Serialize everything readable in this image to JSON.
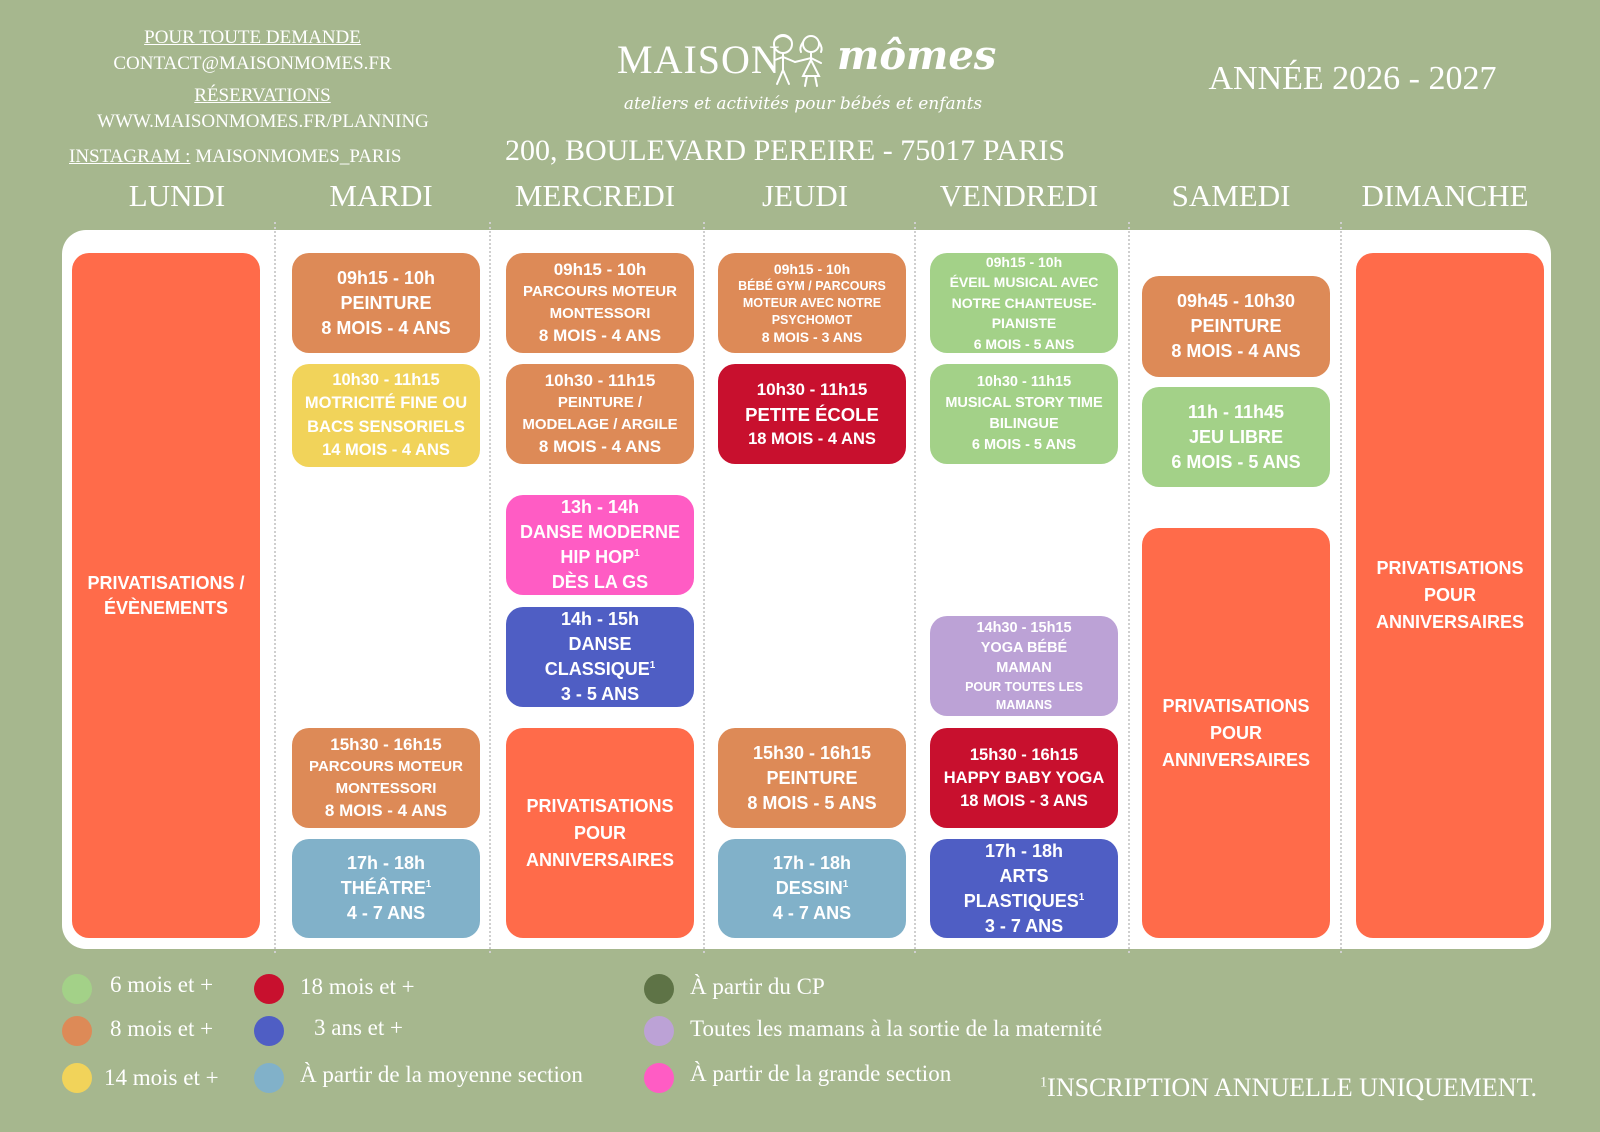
{
  "header": {
    "contact_heading": "POUR TOUTE DEMANDE",
    "email": "CONTACT@MAISONMOMES.FR",
    "reservations_heading": "RÉSERVATIONS",
    "website": "WWW.MAISONMOMES.FR/PLANNING",
    "instagram_label": "INSTAGRAM :",
    "instagram_handle": "MAISONMOMES_PARIS",
    "logo_part1": "MAISON",
    "logo_part2": "mômes",
    "tagline": "ateliers et activités pour bébés et enfants",
    "address": "200, BOULEVARD PEREIRE - 75017 PARIS",
    "year": "ANNÉE 2026 - 2027"
  },
  "days": [
    "LUNDI",
    "MARDI",
    "MERCREDI",
    "JEUDI",
    "VENDREDI",
    "SAMEDI",
    "DIMANCHE"
  ],
  "slots": {
    "lundi_1": [
      "PRIVATISATIONS /",
      "ÉVÈNEMENTS"
    ],
    "mardi_1": [
      "09h15 - 10h",
      "PEINTURE",
      "8 MOIS - 4 ANS"
    ],
    "mardi_2": [
      "10h30 - 11h15",
      "MOTRICITÉ FINE OU",
      "BACS SENSORIELS",
      "14 MOIS - 4 ANS"
    ],
    "mardi_3": [
      "15h30 - 16h15",
      "PARCOURS MOTEUR",
      "MONTESSORI",
      "8 MOIS - 4 ANS"
    ],
    "mardi_4": [
      "17h - 18h",
      "THÉÂTRE",
      "4 - 7 ANS"
    ],
    "mercredi_1": [
      "09h15 - 10h",
      "PARCOURS MOTEUR",
      "MONTESSORI",
      "8 MOIS - 4 ANS"
    ],
    "mercredi_2": [
      "10h30 - 11h15",
      "PEINTURE /",
      "MODELAGE / ARGILE",
      "8 MOIS - 4 ANS"
    ],
    "mercredi_3": [
      "13h - 14h",
      "DANSE MODERNE",
      "HIP HOP",
      "DÈS LA GS"
    ],
    "mercredi_4": [
      "14h - 15h",
      "DANSE",
      "CLASSIQUE",
      "3 - 5 ANS"
    ],
    "mercredi_5": [
      "PRIVATISATIONS",
      "POUR",
      "ANNIVERSAIRES"
    ],
    "jeudi_1": [
      "09h15 - 10h",
      "BÉBÉ GYM / PARCOURS",
      "MOTEUR AVEC NOTRE",
      "PSYCHOMOT",
      "8 MOIS - 3 ANS"
    ],
    "jeudi_2": [
      "10h30 - 11h15",
      "PETITE ÉCOLE",
      "18 MOIS - 4 ANS"
    ],
    "jeudi_3": [
      "15h30 - 16h15",
      "PEINTURE",
      "8 MOIS - 5 ANS"
    ],
    "jeudi_4": [
      "17h - 18h",
      "DESSIN",
      "4 - 7 ANS"
    ],
    "vendredi_1": [
      "09h15 - 10h",
      "ÉVEIL MUSICAL AVEC",
      "NOTRE CHANTEUSE-",
      "PIANISTE",
      "6 MOIS - 5 ANS"
    ],
    "vendredi_2": [
      "10h30 - 11h15",
      "MUSICAL STORY TIME",
      "BILINGUE",
      "6 MOIS - 5 ANS"
    ],
    "vendredi_3": [
      "14h30 - 15h15",
      "YOGA BÉBÉ",
      "MAMAN",
      "POUR TOUTES LES",
      "MAMANS"
    ],
    "vendredi_4": [
      "15h30 - 16h15",
      "HAPPY BABY YOGA",
      "18 MOIS - 3 ANS"
    ],
    "vendredi_5": [
      "17h - 18h",
      "ARTS",
      "PLASTIQUES",
      "3 - 7 ANS"
    ],
    "samedi_1": [
      "09h45 - 10h30",
      "PEINTURE",
      "8 MOIS - 4 ANS"
    ],
    "samedi_2": [
      "11h - 11h45",
      "JEU LIBRE",
      "6 MOIS - 5 ANS"
    ],
    "samedi_3": [
      "PRIVATISATIONS",
      "POUR",
      "ANNIVERSAIRES"
    ],
    "dimanche_1": [
      "PRIVATISATIONS",
      "POUR",
      "ANNIVERSAIRES"
    ]
  },
  "footnote_mark": "1",
  "legend": [
    {
      "label": "6 mois et +",
      "color": "#a3d188"
    },
    {
      "label": "8 mois et +",
      "color": "#dd8a57"
    },
    {
      "label": "14 mois et +",
      "color": "#f1d35a"
    },
    {
      "label": "18 mois et +",
      "color": "#c8102e"
    },
    {
      "label": "3 ans et +",
      "color": "#4f5ec4"
    },
    {
      "label": "À partir de la moyenne section",
      "color": "#81b1c9"
    },
    {
      "label": "À partir du CP",
      "color": "#5e7346"
    },
    {
      "label": "Toutes les mamans à la sortie de la maternité",
      "color": "#bca2d6"
    },
    {
      "label": "À partir de la grande section",
      "color": "#ff5cc4"
    }
  ],
  "footnote": "INSCRIPTION ANNUELLE UNIQUEMENT."
}
